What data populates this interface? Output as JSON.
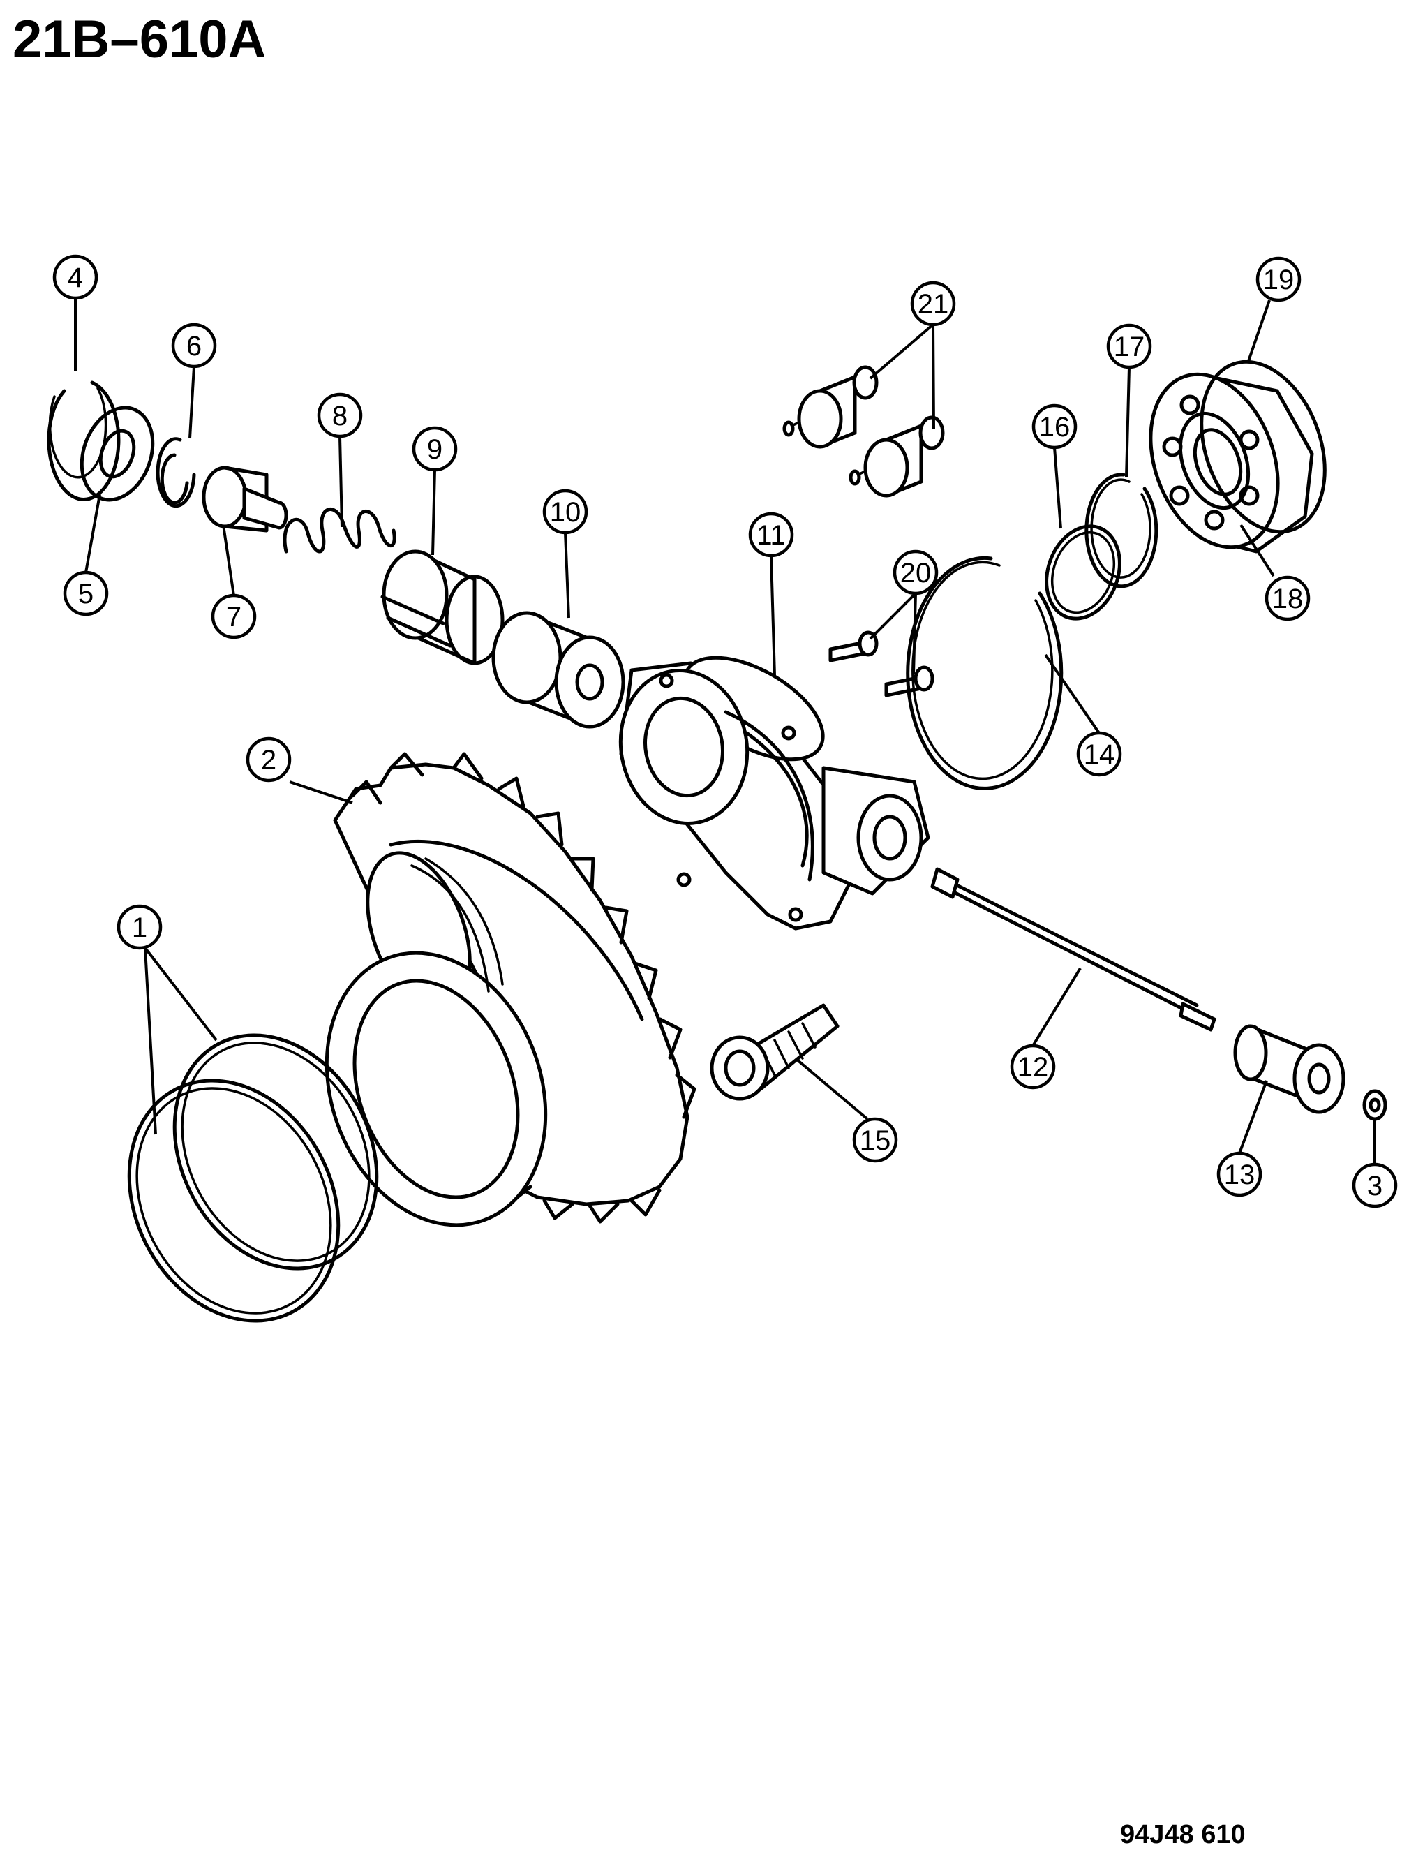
{
  "header": {
    "diagram_code": "21B–610A"
  },
  "footer": {
    "figure_ref": "94J48 610"
  },
  "callouts": [
    {
      "label": "1"
    },
    {
      "label": "2"
    },
    {
      "label": "3"
    },
    {
      "label": "4"
    },
    {
      "label": "5"
    },
    {
      "label": "6"
    },
    {
      "label": "7"
    },
    {
      "label": "8"
    },
    {
      "label": "9"
    },
    {
      "label": "10"
    },
    {
      "label": "11"
    },
    {
      "label": "12"
    },
    {
      "label": "13"
    },
    {
      "label": "14"
    },
    {
      "label": "15"
    },
    {
      "label": "16"
    },
    {
      "label": "17"
    },
    {
      "label": "18"
    },
    {
      "label": "19"
    },
    {
      "label": "20"
    },
    {
      "label": "21"
    }
  ]
}
